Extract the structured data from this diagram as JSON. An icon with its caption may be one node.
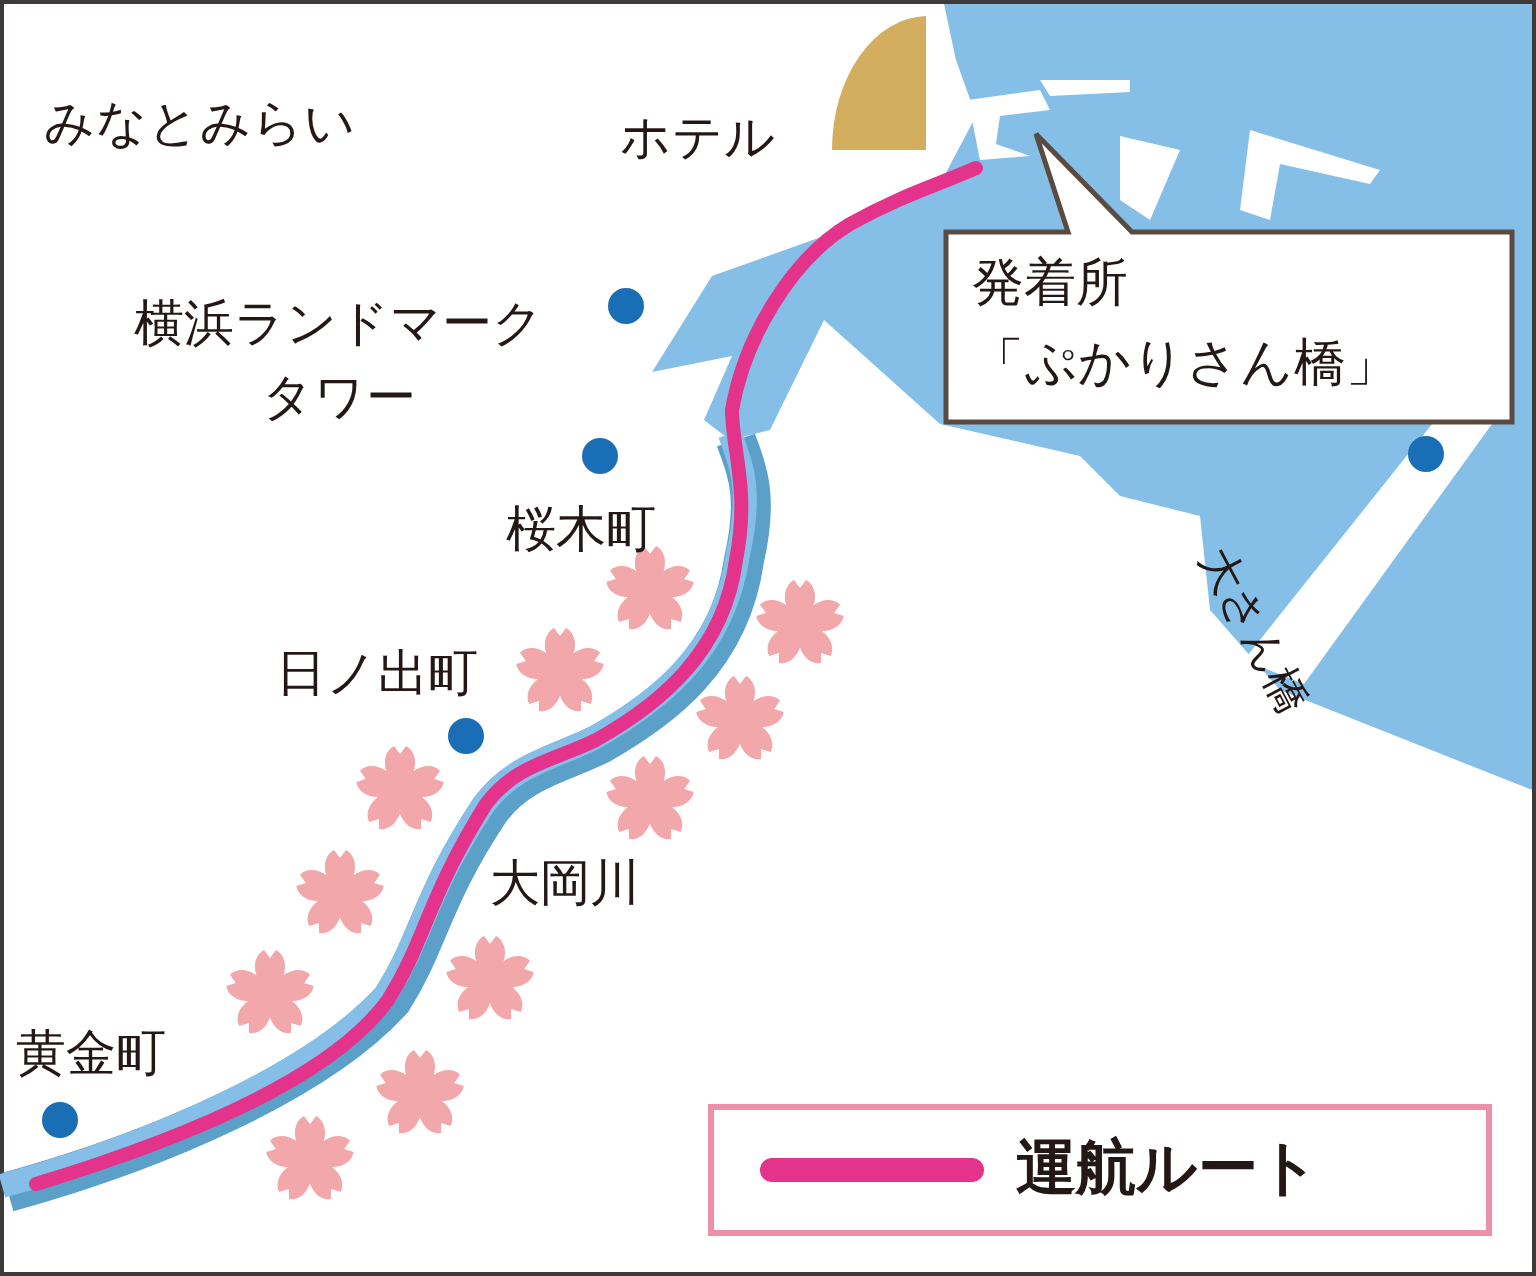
{
  "diagram": {
    "nodes": [
      {
        "text": [
          "発着所「ぷかりさん橋」"
        ]
      }
    ],
    "labels": [
      "みなとみらい",
      "ホテル",
      "横浜ランドマークタワー",
      "桜木町",
      "日ノ出町",
      "大岡川",
      "黄金町",
      "大さん橋"
    ],
    "legend": [
      {
        "text": "運航ルート"
      }
    ]
  }
}
